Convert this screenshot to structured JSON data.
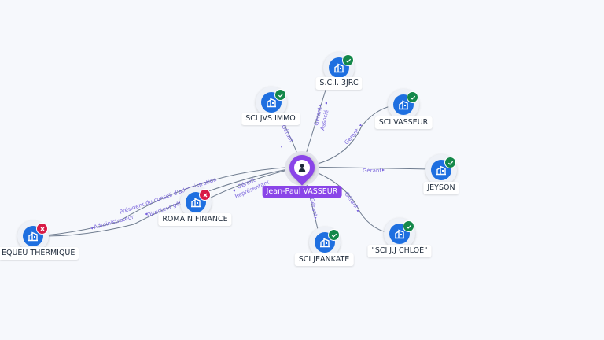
{
  "person": {
    "name": "Jean-Paul VASSEUR",
    "icon": "person-icon"
  },
  "companies": [
    {
      "key": "sci-3jrc",
      "name": "S.C.I. 3JRC",
      "status": "active",
      "icon": "building-icon"
    },
    {
      "key": "sci-jvs-immo",
      "name": "SCI JVS IMMO",
      "status": "active",
      "icon": "building-icon"
    },
    {
      "key": "sci-vasseur",
      "name": "SCI VASSEUR",
      "status": "active",
      "icon": "building-icon"
    },
    {
      "key": "jeyson",
      "name": "JEYSON",
      "status": "active",
      "icon": "building-icon"
    },
    {
      "key": "sci-jj-chloe",
      "name": "\"SCI J.J CHLOÉ\"",
      "status": "active",
      "icon": "building-icon"
    },
    {
      "key": "sci-jeankate",
      "name": "SCI JEANKATE",
      "status": "active",
      "icon": "building-icon"
    },
    {
      "key": "romain-finance",
      "name": "ROMAIN FINANCE",
      "status": "closed",
      "icon": "building-icon"
    },
    {
      "key": "thermique",
      "name": "EQUEU THERMIQUE",
      "status": "closed",
      "icon": "building-icon"
    }
  ],
  "edge_labels": {
    "gerant": "Gérant",
    "associe": "Associé",
    "representant": "Représentant",
    "administrateur": "Administrateur",
    "president_ca": "Président du conseil d'administration",
    "directeur_general": "Directeur général"
  },
  "colors": {
    "background": "#f6f8fc",
    "edge": "#6f7c8f",
    "edge_label": "#7b66dd",
    "company": "#1e6fe0",
    "person": "#8a45e8",
    "status_active": "#14884a",
    "status_closed": "#d81b46"
  }
}
